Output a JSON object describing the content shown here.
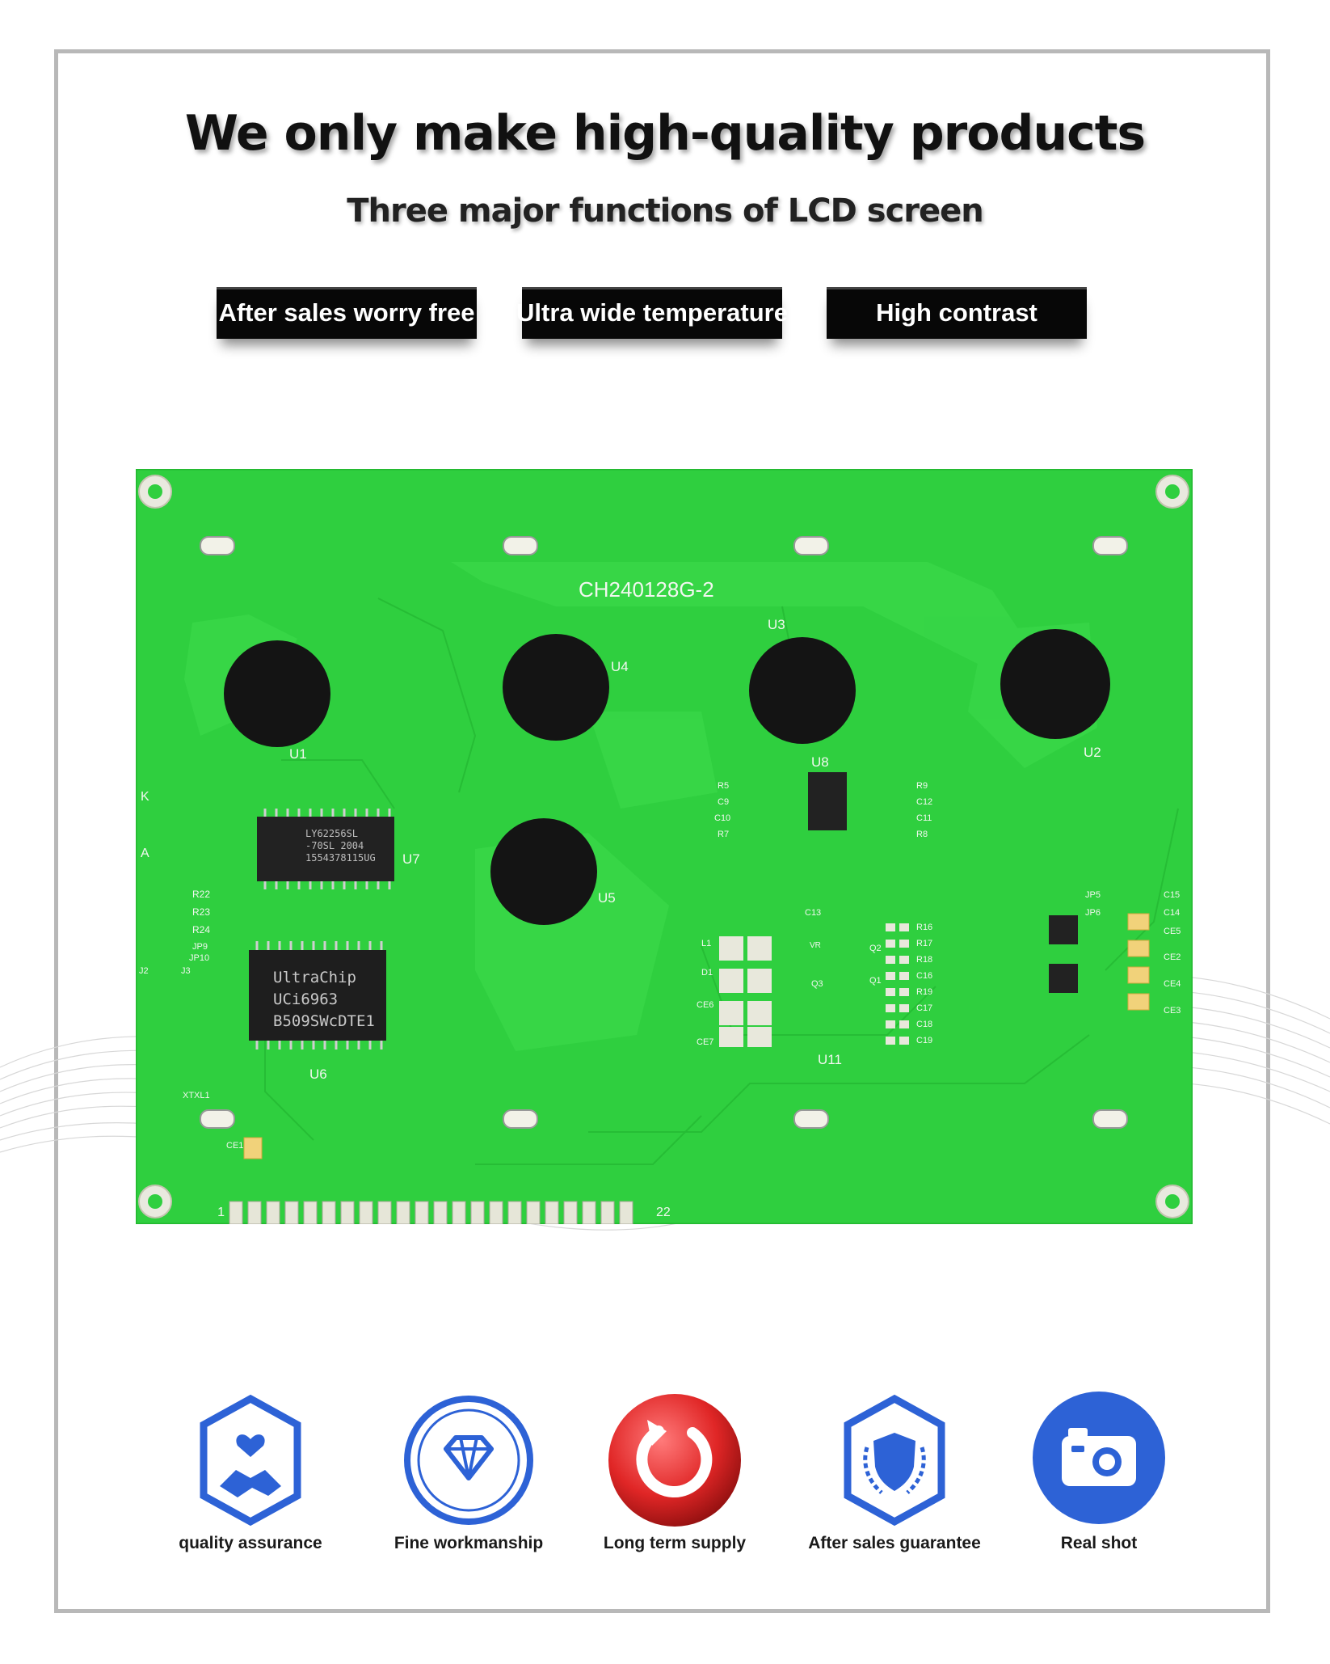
{
  "header": {
    "title": "We only make high-quality products",
    "subtitle": "Three major functions of LCD screen"
  },
  "features": [
    {
      "label": "After sales worry free"
    },
    {
      "label": "Ultra wide temperature"
    },
    {
      "label": "High contrast"
    }
  ],
  "pcb": {
    "model": "CH240128G-2",
    "chip_brand": "UltraChip",
    "chip_model": "UCi6963",
    "chip_lot": "B509SWcDTE1",
    "sram_line1": "LY62256SL",
    "sram_line2": "-70SL 2004",
    "sram_line3": "1554378115UG",
    "pin_first": "1",
    "pin_last": "22",
    "refs": {
      "U1": "U1",
      "U2": "U2",
      "U3": "U3",
      "U4": "U4",
      "U5": "U5",
      "U6": "U6",
      "U7": "U7",
      "U8": "U8",
      "U11": "U11",
      "K": "K",
      "A": "A",
      "R22": "R22",
      "R23": "R23",
      "R24": "R24",
      "JP9": "JP9",
      "JP10": "JP10",
      "J2": "J2",
      "J3": "J3",
      "XTXL1": "XTXL1",
      "CE1": "CE1",
      "JP5": "JP5",
      "JP6": "JP6",
      "C15": "C15",
      "C14": "C14",
      "CE5": "CE5",
      "CE2": "CE2",
      "CE4": "CE4",
      "CE3": "CE3",
      "L1": "L1",
      "D1": "D1",
      "CE6": "CE6",
      "CE7": "CE7",
      "C13": "C13",
      "R16": "R16",
      "R17": "R17",
      "R18": "R18",
      "C16": "C16",
      "R19": "R19",
      "C17": "C17",
      "C18": "C18",
      "C19": "C19",
      "Q2": "Q2",
      "Q3": "Q3",
      "Q1": "Q1",
      "R5": "R5",
      "C9": "C9",
      "C10": "C10",
      "R7": "R7",
      "R9": "R9",
      "C12": "C12",
      "C11": "C11",
      "R8": "R8",
      "VR": "VR"
    }
  },
  "badges": [
    {
      "label": "quality assurance",
      "icon": "handshake-heart-icon"
    },
    {
      "label": "Fine workmanship",
      "icon": "diamond-icon"
    },
    {
      "label": "Long term supply",
      "icon": "refresh-arrow-icon"
    },
    {
      "label": "After sales guarantee",
      "icon": "shield-laurel-icon"
    },
    {
      "label": "Real shot",
      "icon": "camera-icon"
    }
  ],
  "colors": {
    "pcb_green": "#2fcf3f",
    "badge_blue": "#2d62d6",
    "badge_red": "#e02626",
    "button_black": "#070707"
  }
}
